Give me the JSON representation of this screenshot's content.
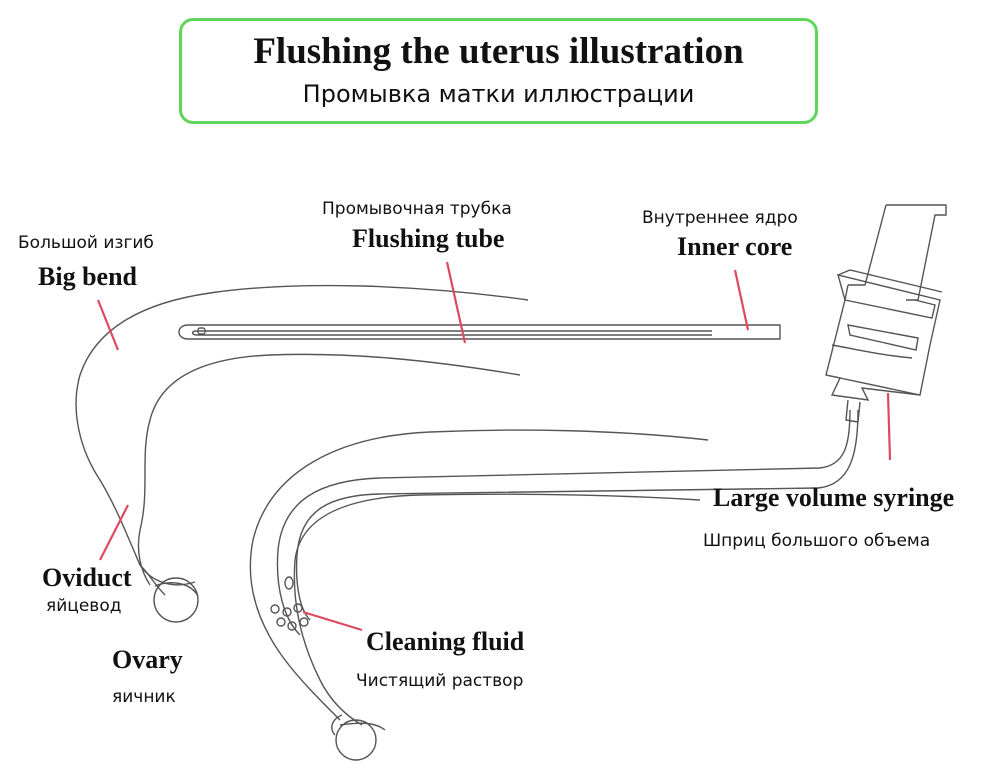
{
  "title": {
    "en": "Flushing the uterus illustration",
    "ru": "Промывка матки иллюстрации"
  },
  "labels": {
    "big_bend": {
      "ru": "Большой изгиб",
      "en": "Big bend"
    },
    "flushing_tube": {
      "ru": "Промывочная трубка",
      "en": "Flushing tube"
    },
    "inner_core": {
      "ru": "Внутреннее ядро",
      "en": "Inner core"
    },
    "syringe": {
      "en": "Large volume syringe",
      "ru": "Шприц большого объема"
    },
    "oviduct": {
      "en": "Oviduct",
      "ru": "яйцевод"
    },
    "ovary": {
      "en": "Ovary",
      "ru": "яичник"
    },
    "cleaning_fluid": {
      "en": "Cleaning fluid",
      "ru": "Чистящий раствор"
    }
  },
  "colors": {
    "title_border": "#5fd65a",
    "pointer_line": "#e0485f",
    "drawing_line": "#555555"
  }
}
